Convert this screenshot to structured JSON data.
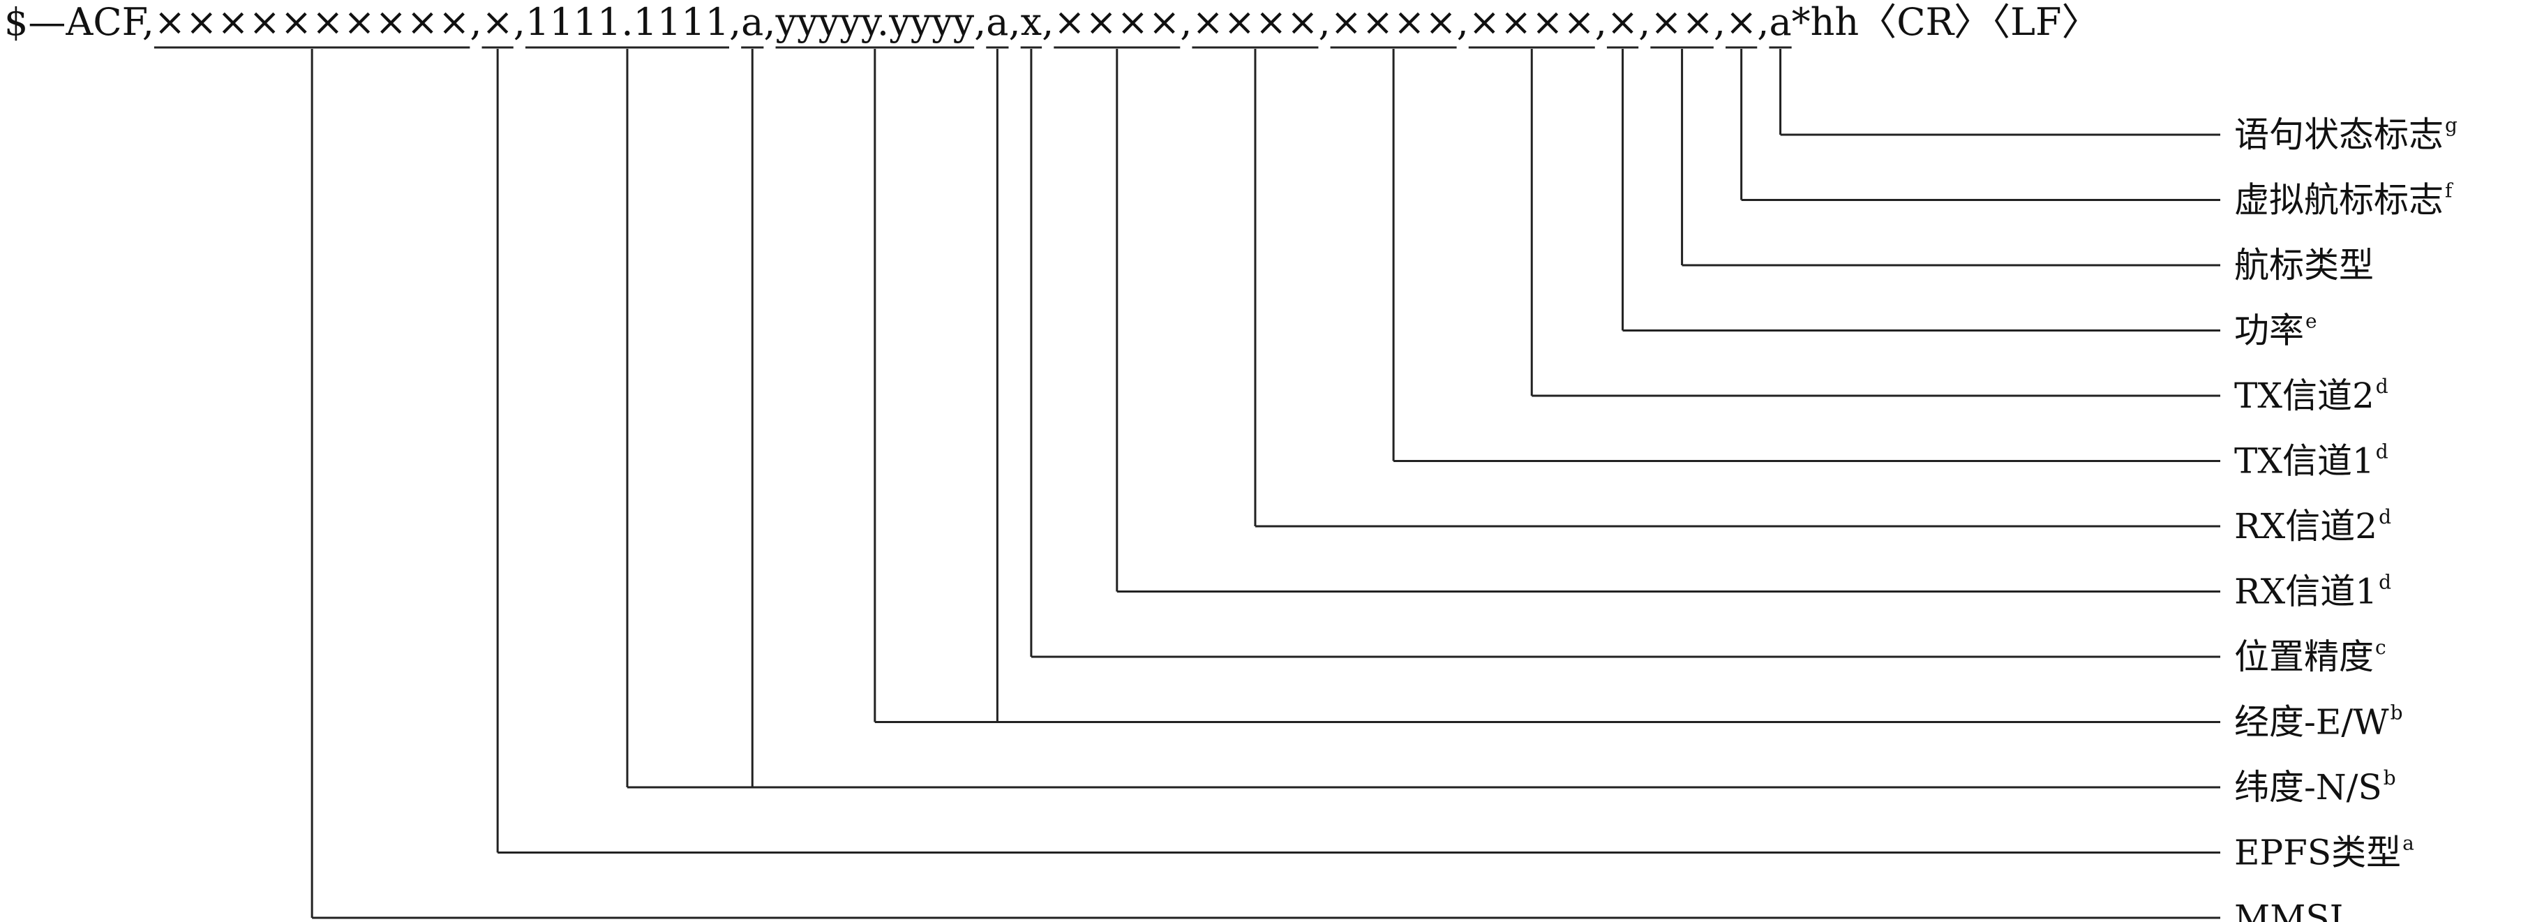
{
  "sentence": {
    "prefix": "$—ACF,",
    "tokens": [
      {
        "text": "××××××××××",
        "sep": ","
      },
      {
        "text": "×",
        "sep": ","
      },
      {
        "text": "1111.1111",
        "sep": ","
      },
      {
        "text": "a",
        "sep": ","
      },
      {
        "text": "yyyyy.yyyy",
        "sep": ","
      },
      {
        "text": "a",
        "sep": ","
      },
      {
        "text": "x",
        "sep": ","
      },
      {
        "text": "××××",
        "sep": ","
      },
      {
        "text": "××××",
        "sep": ","
      },
      {
        "text": "××××",
        "sep": ","
      },
      {
        "text": "××××",
        "sep": ","
      },
      {
        "text": "×",
        "sep": ","
      },
      {
        "text": "××",
        "sep": ","
      },
      {
        "text": "×",
        "sep": ","
      },
      {
        "text": "a",
        "sep": ""
      }
    ],
    "suffix": "*hh〈CR〉〈LF〉"
  },
  "fields": [
    {
      "label": "语句状态标志",
      "note": "g"
    },
    {
      "label": "虚拟航标标志",
      "note": "f"
    },
    {
      "label": "航标类型",
      "note": ""
    },
    {
      "label": "功率",
      "note": "e"
    },
    {
      "label": "TX信道2",
      "note": "d"
    },
    {
      "label": "TX信道1",
      "note": "d"
    },
    {
      "label": "RX信道2",
      "note": "d"
    },
    {
      "label": "RX信道1",
      "note": "d"
    },
    {
      "label": "位置精度",
      "note": "c"
    },
    {
      "label": "经度-E/W",
      "note": "b"
    },
    {
      "label": "纬度-N/S",
      "note": "b"
    },
    {
      "label": "EPFS类型",
      "note": "a"
    },
    {
      "label": "MMSI",
      "note": ""
    }
  ],
  "colors": {
    "ink": "#111111",
    "line": "#222222",
    "background": "#ffffff"
  }
}
